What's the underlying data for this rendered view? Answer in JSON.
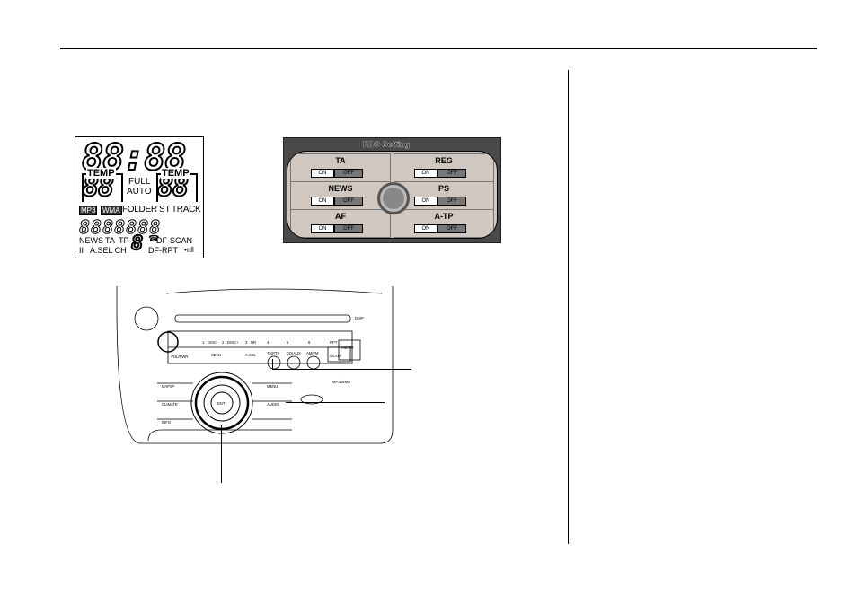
{
  "lcd": {
    "clock": "88:88",
    "temp_left_label": "TEMP",
    "temp_right_label": "TEMP",
    "temp_left": "88",
    "temp_right": "88",
    "full": "FULL",
    "auto": "AUTO",
    "mp3": "MP3",
    "wma": "WMA",
    "folder": "FOLDER",
    "st": "ST",
    "track": "TRACK",
    "segment_row": "8888888",
    "news": "NEWS",
    "ta": "TA",
    "tp": "TP",
    "big_digit": "8",
    "df_scan": "DF-SCAN",
    "pause": "II",
    "asel_ch": "A.SEL CH",
    "df_rpt": "DF-RPT",
    "signal": "•ııll"
  },
  "rds": {
    "title": "RDS Setting",
    "cells": [
      {
        "name": "TA",
        "on": "ON",
        "off": "OFF"
      },
      {
        "name": "REG",
        "on": "ON",
        "off": "OFF"
      },
      {
        "name": "NEWS",
        "on": "ON",
        "off": "OFF"
      },
      {
        "name": "PS",
        "on": "ON",
        "off": "OFF"
      },
      {
        "name": "AF",
        "on": "ON",
        "off": "OFF"
      },
      {
        "name": "A-TP",
        "on": "ON",
        "off": "OFF"
      }
    ]
  },
  "unit": {
    "disp": "DISP",
    "vol": "VOL/PWR",
    "presets": [
      "1",
      "2",
      "3",
      "4",
      "5",
      "6"
    ],
    "disc_minus": "DISC-",
    "disc_plus": "DISC+",
    "nr": "NR",
    "rpt": "RPT",
    "am_fm": "AM/FM",
    "seek": "SEEK",
    "a_sel": "A.SEL",
    "ta_pty": "TA/PTY",
    "cd_aux": "CD/AUX",
    "am_fm2": "AM/FM",
    "scan": "SCAN",
    "map": "MAP/IP",
    "climate": "CLIMATE",
    "info": "INFO",
    "menu": "MENU",
    "audio": "AUDIO",
    "enter": "ENT",
    "mp3_label": "MP3/WMA"
  }
}
